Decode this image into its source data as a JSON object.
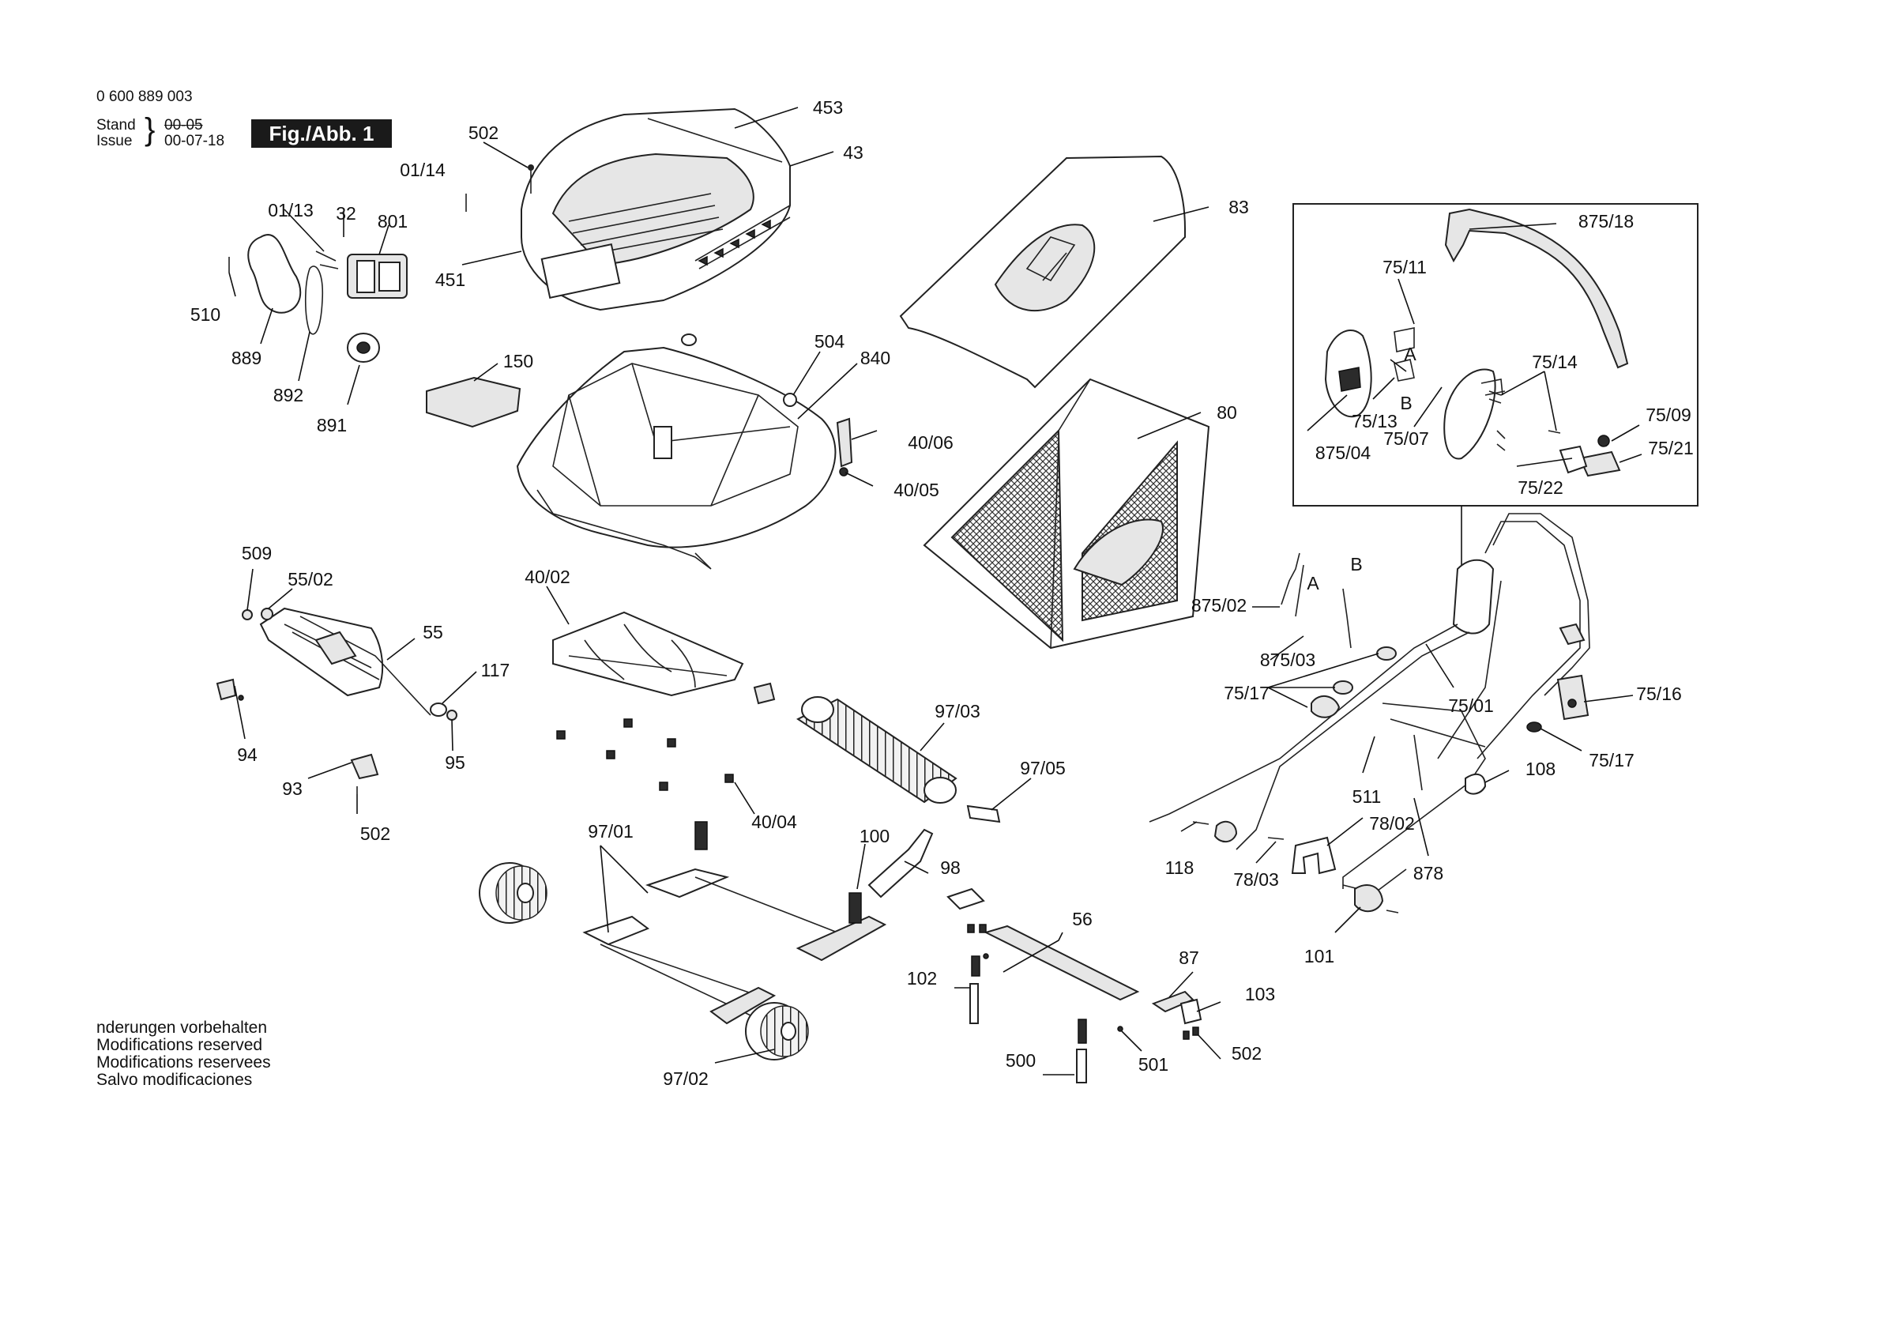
{
  "header": {
    "part_number": "0 600 889 003",
    "stand_label": "Stand",
    "issue_label": "Issue",
    "stand_value_struck": "00-05",
    "issue_value": "00-07-18",
    "figure_badge": "Fig./Abb. 1"
  },
  "notes": [
    "nderungen vorbehalten",
    "Modifications reserved",
    "Modifications reservees",
    "Salvo modificaciones"
  ],
  "callouts": [
    "453",
    "43",
    "502",
    "01/14",
    "451",
    "01/13",
    "32",
    "801",
    "510",
    "889",
    "892",
    "891",
    "150",
    "504",
    "840",
    "40/06",
    "40/05",
    "83",
    "80",
    "875/18",
    "75/11",
    "A",
    "75/14",
    "B",
    "75/13",
    "75/07",
    "875/04",
    "75/09",
    "75/21",
    "75/22",
    "B",
    "A",
    "875/02",
    "875/03",
    "75/17",
    "75/01",
    "75/16",
    "75/17",
    "511",
    "108",
    "78/02",
    "118",
    "78/03",
    "878",
    "101",
    "509",
    "55/02",
    "55",
    "117",
    "94",
    "95",
    "93",
    "502",
    "40/02",
    "97/03",
    "97/05",
    "40/04",
    "97/01",
    "100",
    "98",
    "56",
    "102",
    "87",
    "103",
    "502",
    "500",
    "501",
    "97/02"
  ]
}
